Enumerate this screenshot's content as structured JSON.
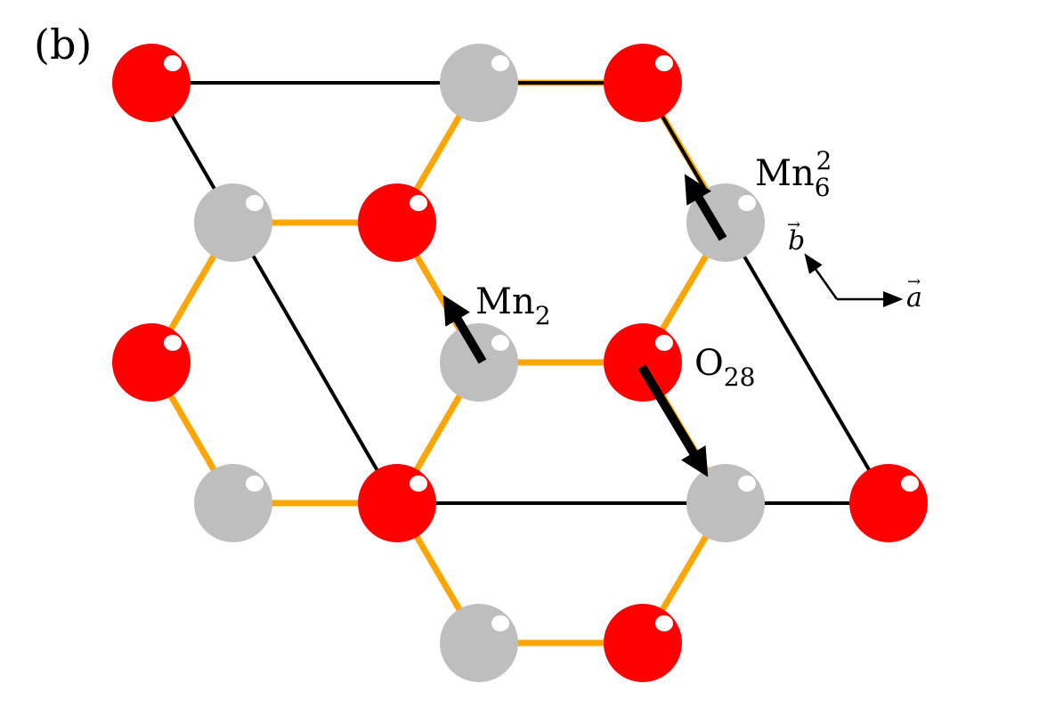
{
  "panel_label": "(b)",
  "labels": {
    "mn6": {
      "base": "Mn",
      "sub": "6",
      "sup": "2"
    },
    "mn2": {
      "base": "Mn",
      "sub": "2"
    },
    "o28": {
      "base": "O",
      "sub": "28"
    },
    "axis_b": "b",
    "axis_a": "a"
  },
  "colors": {
    "oxygen_atom": "#ff0000",
    "manganese_atom": "#bebebe",
    "bond": "#ffa500",
    "unit_cell": "#000000",
    "spin_arrow": "#000000"
  },
  "atoms": [
    {
      "id": "o-1",
      "type": "O"
    },
    {
      "id": "mn-1",
      "type": "Mn"
    },
    {
      "id": "o-2",
      "type": "O"
    },
    {
      "id": "mn-2",
      "type": "Mn"
    },
    {
      "id": "o-3",
      "type": "O"
    },
    {
      "id": "mn-3",
      "type": "Mn"
    },
    {
      "id": "o-4",
      "type": "O"
    },
    {
      "id": "mn-4",
      "type": "Mn"
    },
    {
      "id": "o-5",
      "type": "O"
    },
    {
      "id": "mn-5",
      "type": "Mn"
    },
    {
      "id": "o-6",
      "type": "O"
    },
    {
      "id": "mn-6",
      "type": "Mn"
    },
    {
      "id": "o-7",
      "type": "O"
    },
    {
      "id": "mn-7",
      "type": "Mn"
    },
    {
      "id": "mn-8",
      "type": "Mn"
    },
    {
      "id": "o-8",
      "type": "O"
    },
    {
      "id": "o-9",
      "type": "O"
    }
  ]
}
